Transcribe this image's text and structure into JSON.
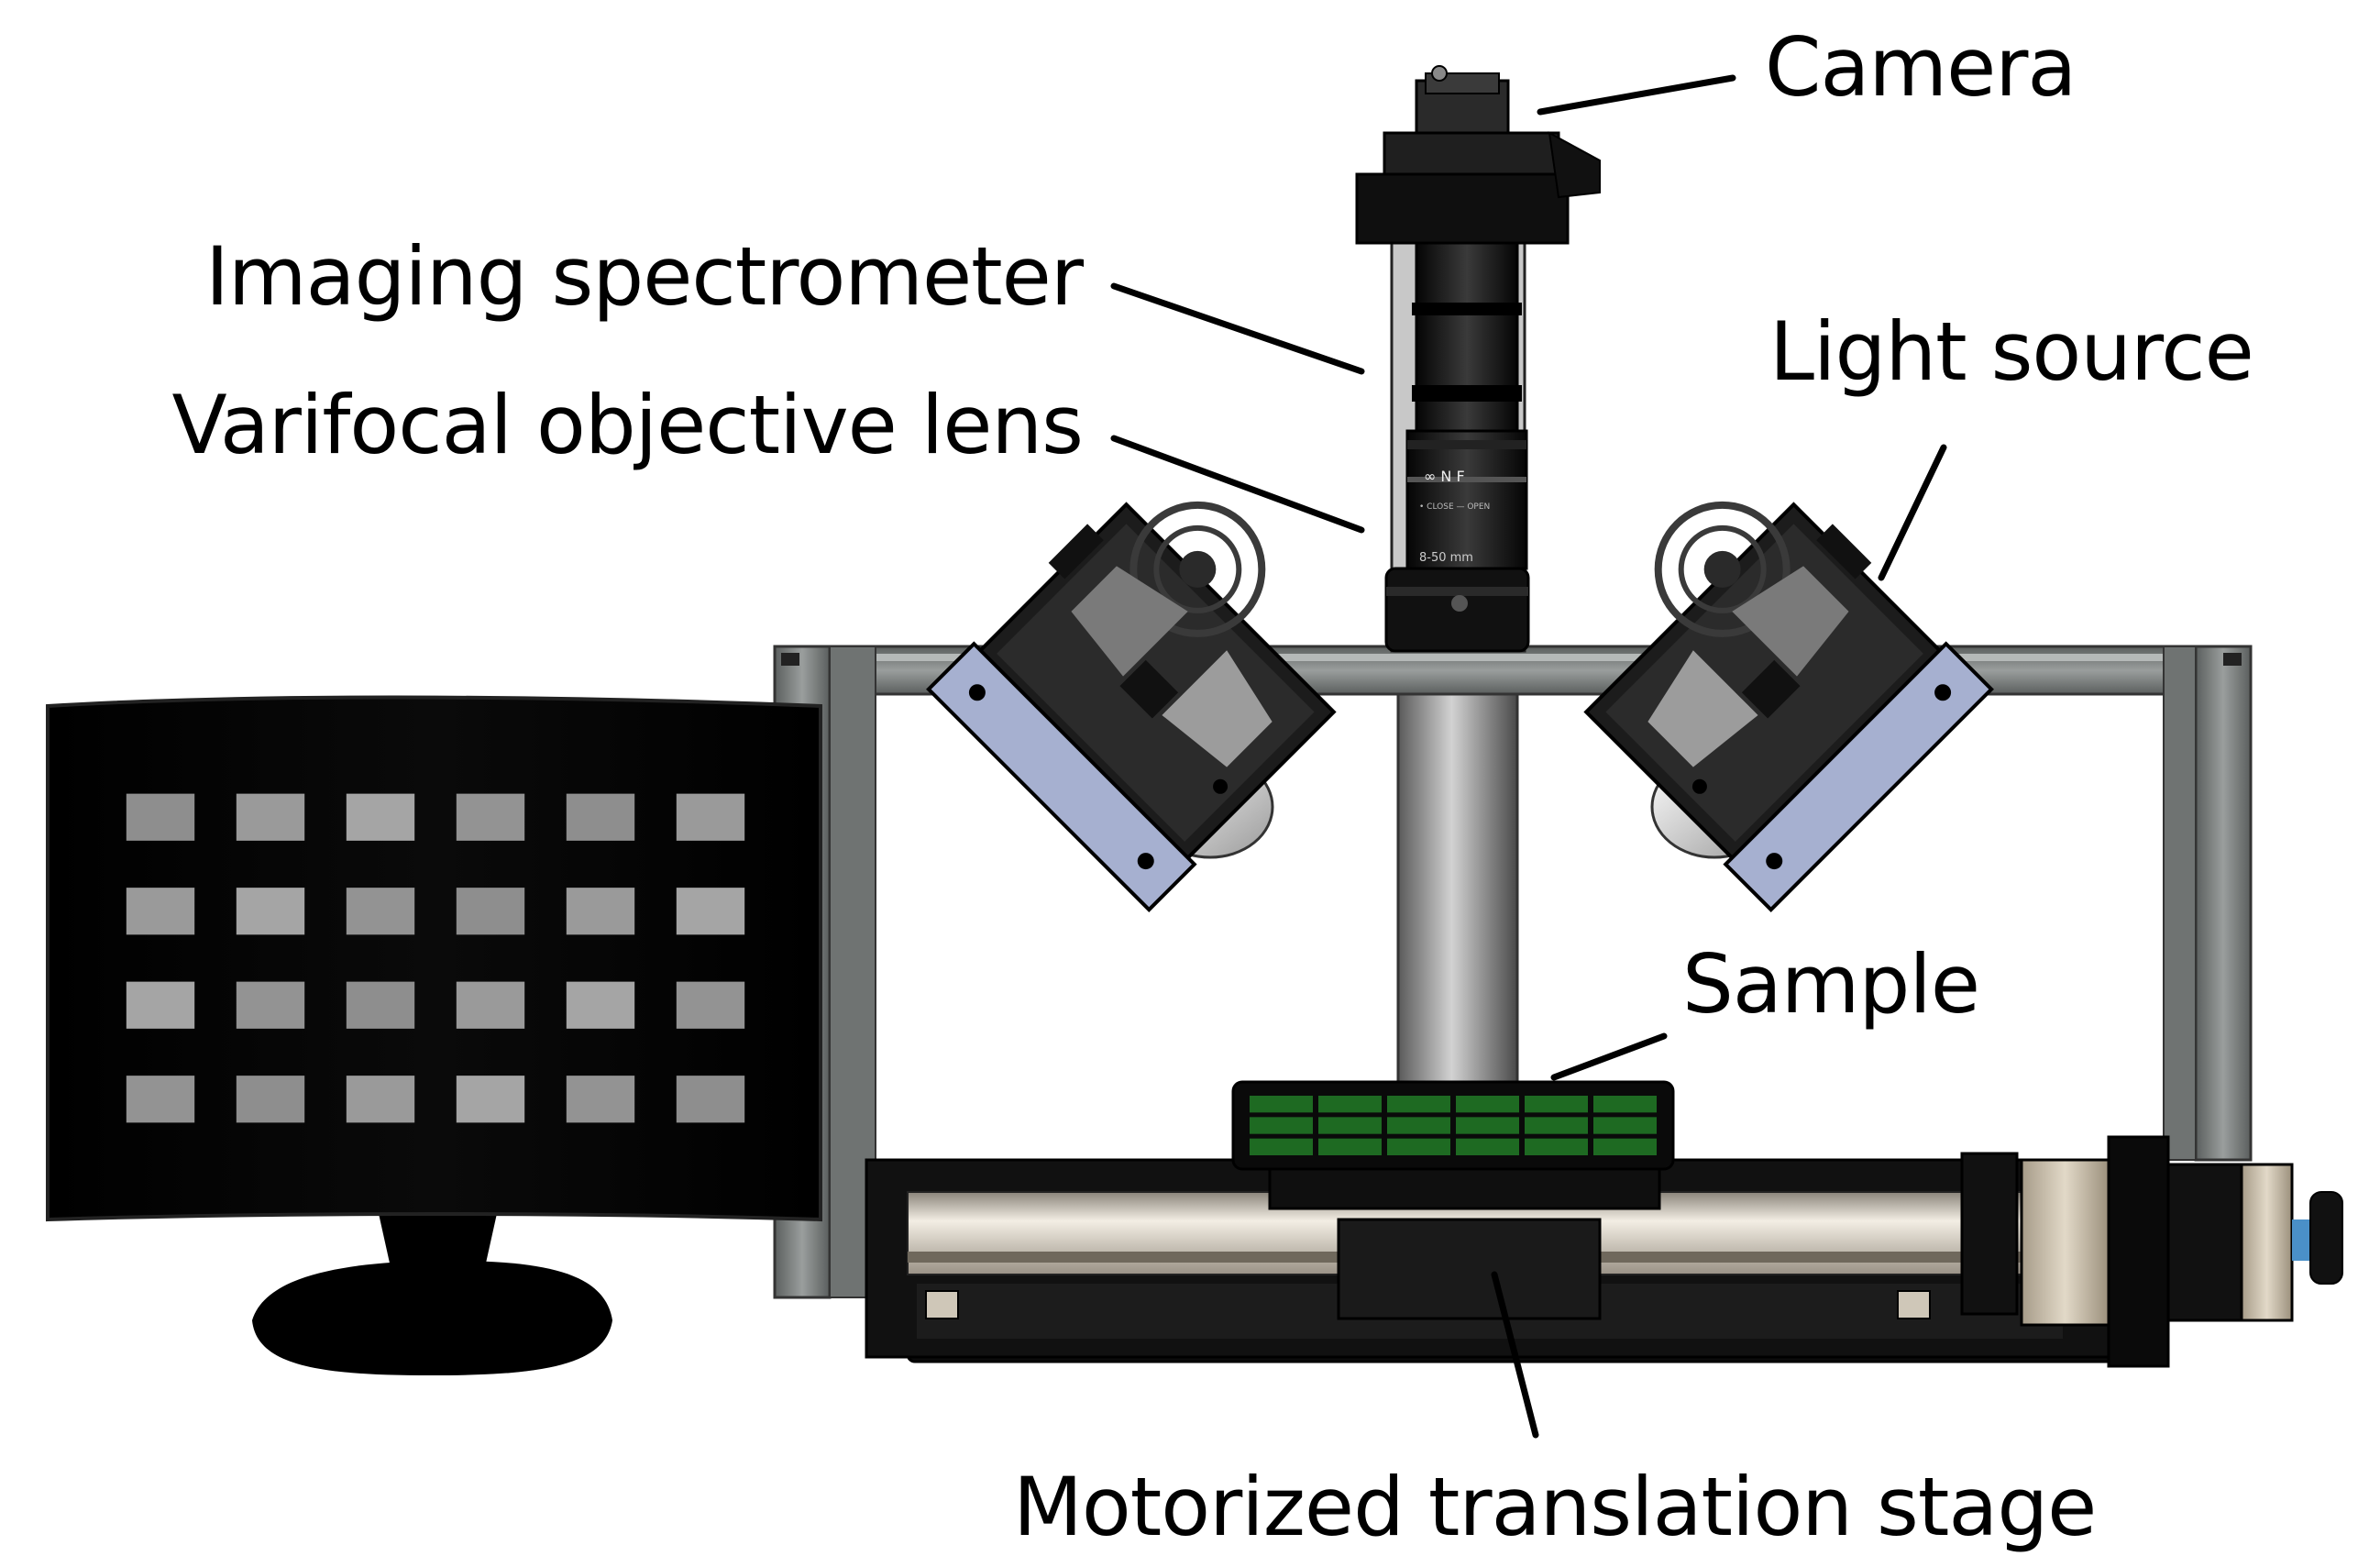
{
  "labels": {
    "camera": "Camera",
    "imaging_spectrometer": "Imaging spectrometer",
    "varifocal_lens": "Varifocal objective lens",
    "light_source": "Light source",
    "sample": "Sample",
    "stage": "Motorized translation stage"
  },
  "lens_markings": {
    "focus": "∞ N     F",
    "close_open": "• CLOSE — OPEN",
    "focal_range": "8-50 mm"
  },
  "monitor": {
    "grid_rows": 4,
    "grid_cols": 6
  },
  "sample_tray": {
    "grid_rows": 3,
    "grid_cols": 6
  },
  "colors": {
    "frame": "#7d8180",
    "frame_dark": "#4a4d4c",
    "camera_body": "#1a1a1a",
    "light_plate": "#a6b0d0",
    "sample_green": "#1e6a22",
    "rail": "#d9d2c4",
    "motor": "#c9bfae"
  }
}
